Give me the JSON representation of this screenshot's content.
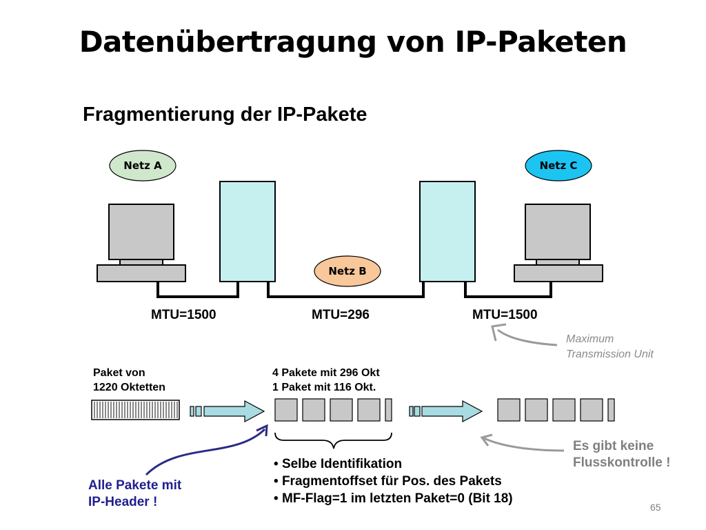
{
  "title": "Datenübertragung von IP-Paketen",
  "subtitle": "Fragmentierung der IP-Pakete",
  "networks": {
    "a": "Netz A",
    "b": "Netz B",
    "c": "Netz C"
  },
  "mtu": {
    "left": "MTU=1500",
    "middle": "MTU=296",
    "right": "MTU=1500"
  },
  "mtu_note": [
    "Maximum",
    "Transmission Unit"
  ],
  "packet_source": [
    "Paket von",
    "1220 Oktetten"
  ],
  "packet_fragments": [
    "4 Pakete mit 296 Okt",
    "1 Paket mit 116 Okt."
  ],
  "header_note": [
    "Alle Pakete mit",
    "IP-Header !"
  ],
  "flow_note": [
    "Es gibt keine",
    "Flusskontrolle !"
  ],
  "bullets": [
    "Selbe Identifikation",
    "Fragmentoffset für Pos. des Pakets",
    "MF-Flag=1 im letzten Paket=0 (Bit 18)"
  ],
  "page_number": "65",
  "colors": {
    "netz_a": "#cfe8cc",
    "netz_b": "#f8c79a",
    "netz_c": "#1cc4f2",
    "router": "#c6f0f0",
    "computer": "#c8c8c8",
    "arrow": "#a9dbe2",
    "header_note": "#1f1f8f",
    "gray_note": "#7f7f7f"
  }
}
